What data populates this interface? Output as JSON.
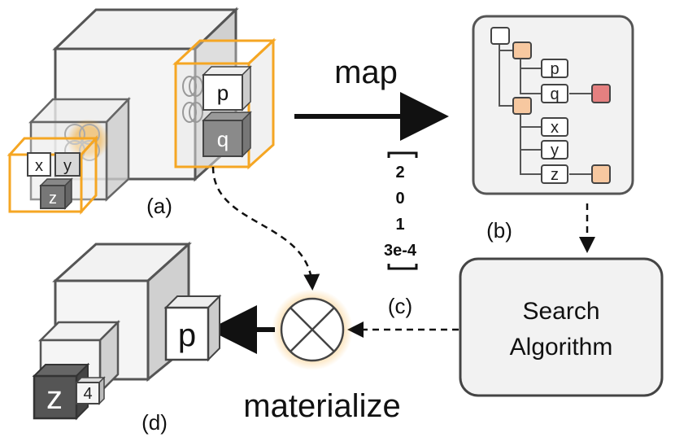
{
  "labels": {
    "a": "(a)",
    "b": "(b)",
    "c": "(c)",
    "d": "(d)",
    "map": "map",
    "materialize": "materialize"
  },
  "cubes_a": {
    "p": "p",
    "q": "q",
    "x": "x",
    "y": "y",
    "z": "z"
  },
  "tree_b": {
    "p": "p",
    "q": "q",
    "x": "x",
    "y": "y",
    "z": "z"
  },
  "vector_c": [
    "2",
    "0",
    "1",
    "3e-4"
  ],
  "search": {
    "line1": "Search",
    "line2": "Algorithm"
  },
  "cubes_d": {
    "p": "p",
    "z": "z",
    "four": "4"
  },
  "colors": {
    "highlight": "#f5a623",
    "orange_node": "#f7c8a0",
    "red_node": "#e58080"
  }
}
